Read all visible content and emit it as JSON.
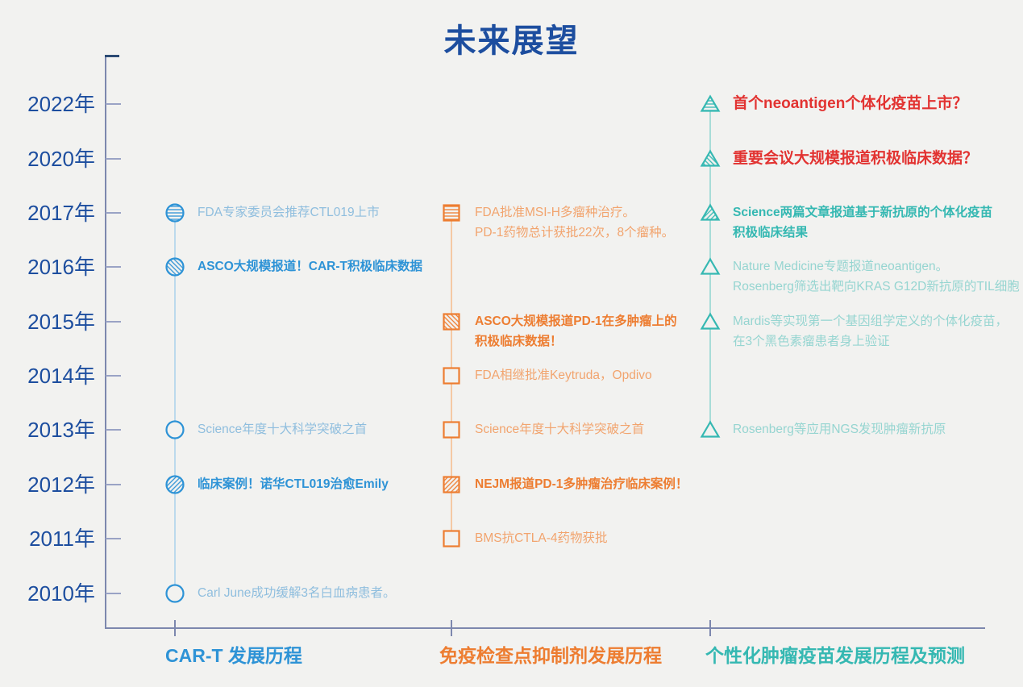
{
  "title": "未来展望",
  "palette": {
    "background": "#f2f2f0",
    "title_color": "#1d4e9f",
    "year_label_color": "#1d4e9f",
    "axis_color": "#7d88ae",
    "tick_color": "#9aa3c5",
    "prediction_text_color": "#e23331"
  },
  "axis": {
    "years": [
      "2022年",
      "2020年",
      "2017年",
      "2016年",
      "2015年",
      "2014年",
      "2013年",
      "2012年",
      "2011年",
      "2010年"
    ]
  },
  "columns": [
    {
      "label": "CAR-T 发展历程",
      "accent": "#2e93d6",
      "light": "#8fbede",
      "line": "#bcd9ec",
      "icon_shape": "circle",
      "entries": [
        {
          "year": "2017年",
          "hatch": "hlines",
          "bold": false,
          "lines": [
            "FDA专家委员会推荐CTL019上市"
          ]
        },
        {
          "year": "2016年",
          "hatch": "diag-down",
          "bold": true,
          "lines": [
            "ASCO大规模报道！CAR-T积极临床数据"
          ]
        },
        {
          "year": "2013年",
          "hatch": "none",
          "bold": false,
          "lines": [
            "Science年度十大科学突破之首"
          ]
        },
        {
          "year": "2012年",
          "hatch": "diag-up",
          "bold": true,
          "lines": [
            "临床案例！诺华CTL019治愈Emily"
          ]
        },
        {
          "year": "2010年",
          "hatch": "none",
          "bold": false,
          "lines": [
            "Carl June成功缓解3名白血病患者。"
          ]
        }
      ]
    },
    {
      "label": "免疫检查点抑制剂发展历程",
      "accent": "#ed7d31",
      "light": "#f2a46e",
      "line": "#f5c9a4",
      "icon_shape": "square",
      "entries": [
        {
          "year": "2017年",
          "hatch": "hlines",
          "bold": false,
          "lines": [
            "FDA批准MSI-H多瘤种治疗。",
            "PD-1药物总计获批22次，8个瘤种。"
          ]
        },
        {
          "year": "2015年",
          "hatch": "diag-down",
          "bold": true,
          "lines": [
            "ASCO大规模报道PD-1在多肿瘤上的",
            "积极临床数据！"
          ]
        },
        {
          "year": "2014年",
          "hatch": "none",
          "bold": false,
          "lines": [
            "FDA相继批准Keytruda，Opdivo"
          ]
        },
        {
          "year": "2013年",
          "hatch": "none",
          "bold": false,
          "lines": [
            "Science年度十大科学突破之首"
          ]
        },
        {
          "year": "2012年",
          "hatch": "diag-up",
          "bold": true,
          "lines": [
            "NEJM报道PD-1多肿瘤治疗临床案例！"
          ]
        },
        {
          "year": "2011年",
          "hatch": "none",
          "bold": false,
          "lines": [
            "BMS抗CTLA-4药物获批"
          ]
        }
      ]
    },
    {
      "label": "个性化肿瘤疫苗发展历程及预测",
      "accent": "#35b8b2",
      "light": "#96d5d1",
      "line": "#a8dcd8",
      "icon_shape": "triangle",
      "entries": [
        {
          "year": "2022年",
          "hatch": "hlines",
          "bold": true,
          "text_color": "#e23331",
          "font_size": 19,
          "lines": [
            "首个neoantigen个体化疫苗上市？"
          ]
        },
        {
          "year": "2020年",
          "hatch": "diag-down",
          "bold": true,
          "text_color": "#e23331",
          "font_size": 19,
          "lines": [
            "重要会议大规模报道积极临床数据？"
          ]
        },
        {
          "year": "2017年",
          "hatch": "diag-up",
          "bold": true,
          "lines": [
            "Science两篇文章报道基于新抗原的个体化疫苗",
            "积极临床结果"
          ]
        },
        {
          "year": "2016年",
          "hatch": "none",
          "bold": false,
          "lines": [
            "Nature Medicine专题报道neoantigen。",
            "Rosenberg筛选出靶向KRAS G12D新抗原的TIL细胞"
          ]
        },
        {
          "year": "2015年",
          "hatch": "none",
          "bold": false,
          "lines": [
            "Mardis等实现第一个基因组学定义的个体化疫苗，",
            "在3个黑色素瘤患者身上验证"
          ]
        },
        {
          "year": "2013年",
          "hatch": "none",
          "bold": false,
          "lines": [
            "Rosenberg等应用NGS发现肿瘤新抗原"
          ]
        }
      ]
    }
  ]
}
